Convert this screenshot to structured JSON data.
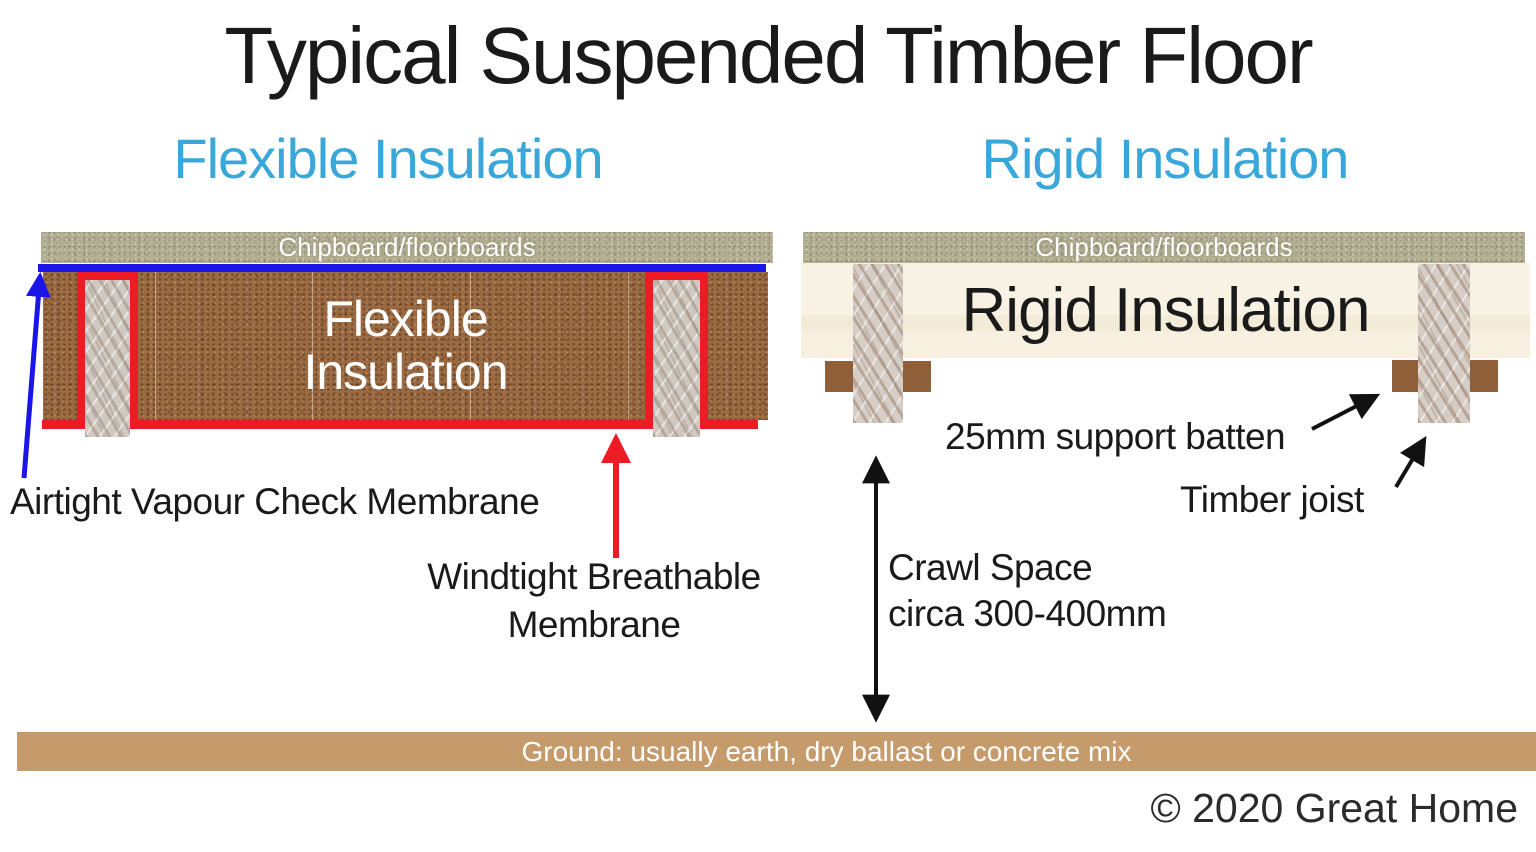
{
  "title": "Typical Suspended Timber Floor",
  "panels": {
    "flexible": {
      "heading": "Flexible Insulation",
      "board_label": "Chipboard/floorboards",
      "insulation_label_line1": "Flexible",
      "insulation_label_line2": "Insulation",
      "labels": {
        "airtight": "Airtight Vapour Check Membrane",
        "windtight_line1": "Windtight Breathable",
        "windtight_line2": "Membrane"
      }
    },
    "rigid": {
      "heading": "Rigid Insulation",
      "board_label": "Chipboard/floorboards",
      "insulation_label": "Rigid Insulation",
      "labels": {
        "support_batten": "25mm support batten",
        "timber_joist": "Timber joist",
        "crawl_line1": "Crawl Space",
        "crawl_line2": "circa 300-400mm"
      }
    }
  },
  "ground_label": "Ground: usually earth, dry ballast or concrete mix",
  "copyright": "© 2020 Great Home",
  "arrows": {
    "airtight": "blue-up-arrow",
    "windtight": "red-up-arrow",
    "crawl_space": "black-double-vertical-arrow",
    "support_batten": "black-up-right-arrow",
    "timber_joist": "black-up-right-arrow"
  },
  "colors": {
    "heading_blue": "#3AA7DB",
    "membrane_blue": "#1C15E8",
    "membrane_red": "#ED1C24",
    "chipboard": "#B3AF93",
    "flexible_brown": "#9A6A43",
    "joist_grey": "#CFC9C2",
    "rigid_cream": "#F6EFDE",
    "batten_brown": "#8E5F38",
    "ground_tan": "#C69B6C",
    "text_dark": "#1A1A1A",
    "text_white": "#FFFFFF"
  }
}
